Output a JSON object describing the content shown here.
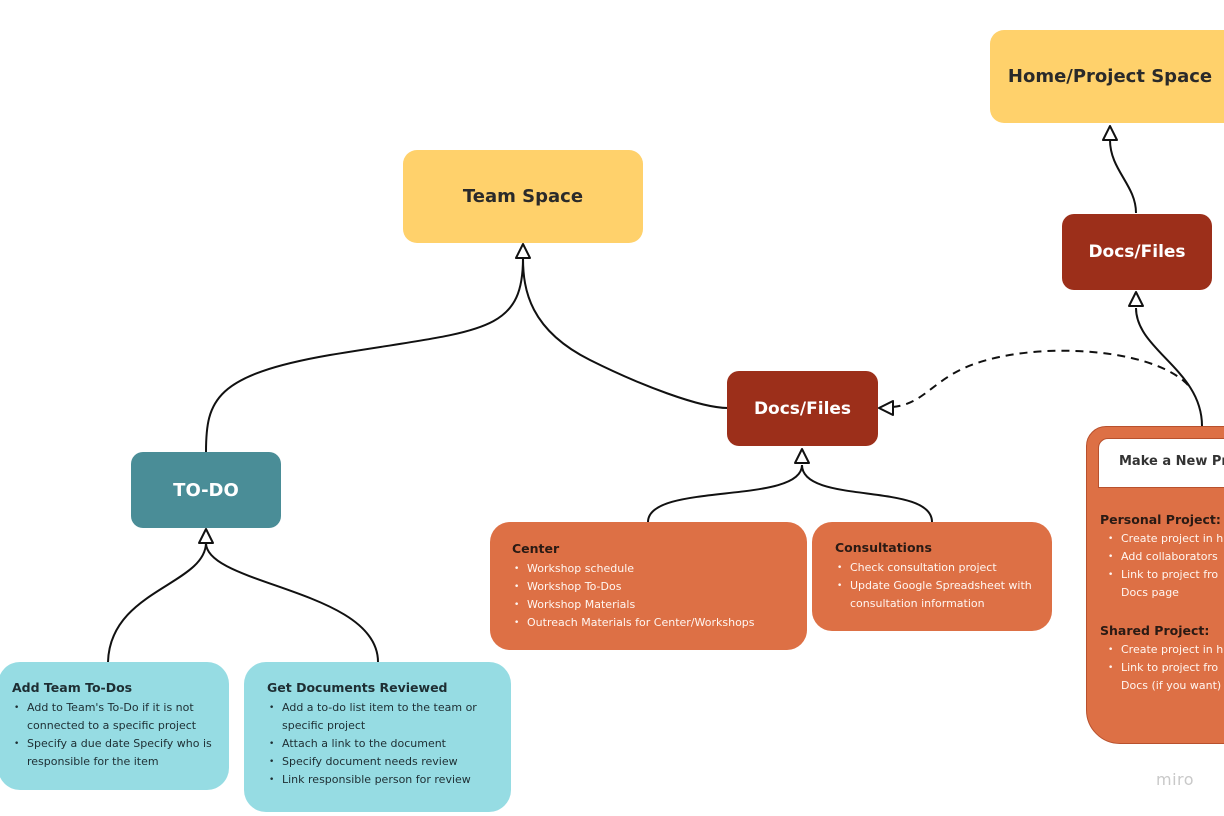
{
  "nodes": {
    "team_space": "Team Space",
    "home_project_space": "Home/Project Space",
    "docs_files_center": "Docs/Files",
    "docs_files_right": "Docs/Files",
    "todo": "TO-DO"
  },
  "cards": {
    "add_team_todos": {
      "title": "Add Team To-Dos",
      "items": [
        "Add to Team's To-Do if it is not connected to a specific project",
        "Specify a due date Specify who is responsible for the item"
      ]
    },
    "get_documents_reviewed": {
      "title": "Get Documents Reviewed",
      "items": [
        "Add a to-do list item to the team or specific project",
        "Attach a link to the document",
        "Specify document needs review",
        "Link responsible person for review"
      ]
    },
    "center": {
      "title": "Center",
      "items": [
        "Workshop schedule",
        "Workshop To-Dos",
        "Workshop Materials",
        "Outreach Materials for Center/Workshops"
      ]
    },
    "consultations": {
      "title": "Consultations",
      "items": [
        "Check consultation project",
        "Update Google Spreadsheet with consultation information"
      ]
    }
  },
  "make_project": {
    "tab_label": "Make a New Pr",
    "personal": {
      "title": "Personal Project:",
      "items": [
        "Create project in h",
        "Add collaborators",
        "Link to project fro",
        "Docs page"
      ]
    },
    "shared": {
      "title": "Shared Project:",
      "items": [
        "Create project in h",
        "Link to project fro",
        "Docs (if you want)"
      ]
    }
  },
  "watermark": "miro",
  "colors": {
    "yellow": "#ffd16b",
    "maroon": "#9c2f1a",
    "teal": "#4a8d97",
    "cyan": "#96dce3",
    "orange": "#dd7045"
  }
}
